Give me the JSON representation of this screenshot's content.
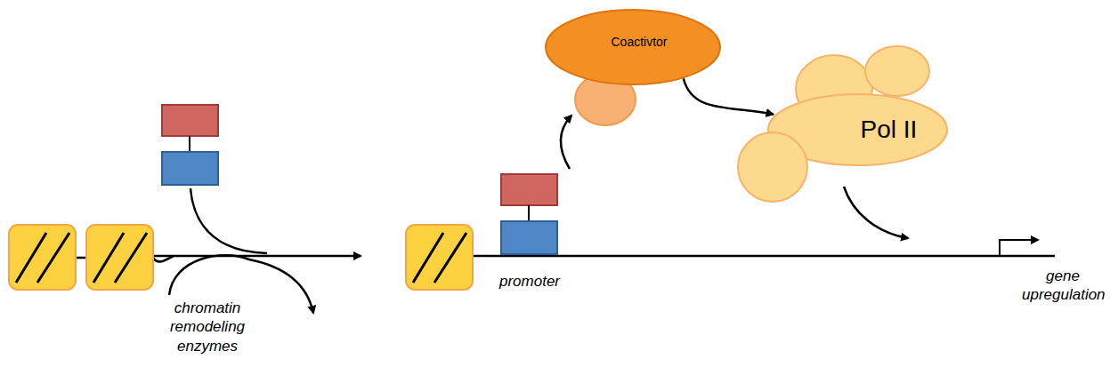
{
  "diagram": {
    "nodes": [
      {
        "text": [
          "Coactivtor"
        ]
      },
      {
        "text": [
          "Pol II"
        ]
      }
    ],
    "edges": [
      {
        "from": 0,
        "to": 1,
        "arrow": "to"
      }
    ],
    "labels": [
      "promoter",
      "chromatin remodeling enzymes",
      "gene upregulation"
    ]
  }
}
